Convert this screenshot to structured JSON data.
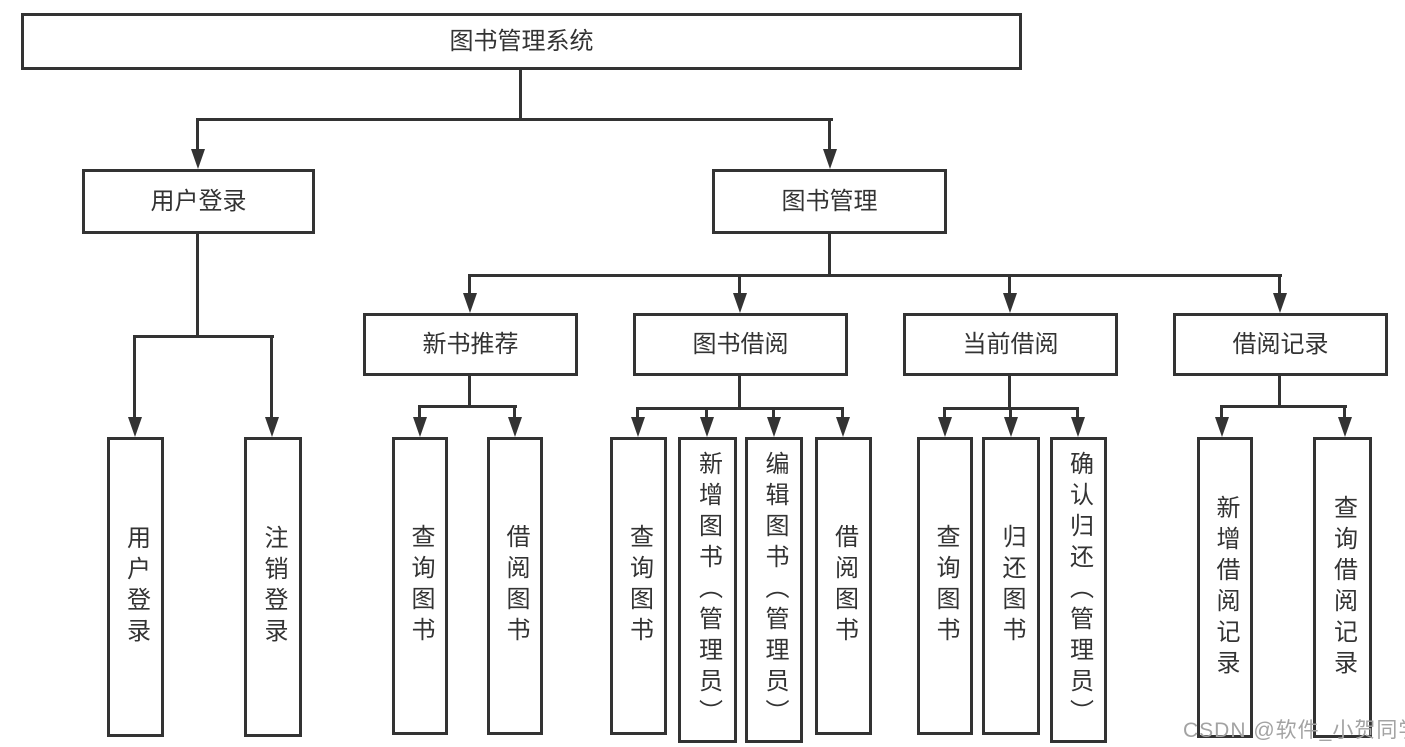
{
  "diagram_title": "图书管理系统",
  "colors": {
    "line": "#333333",
    "text": "#333333",
    "box_background": "#ffffff",
    "watermark": "#a3a3a3"
  },
  "nodes": {
    "root": {
      "label": "图书管理系统"
    },
    "user_login": {
      "label": "用户登录"
    },
    "book_mgmt": {
      "label": "图书管理"
    },
    "new_book": {
      "label": "新书推荐"
    },
    "book_borrow": {
      "label": "图书借阅"
    },
    "current_borrow": {
      "label": "当前借阅"
    },
    "borrow_record": {
      "label": "借阅记录"
    },
    "leaf_user_login": {
      "label": "用户登录"
    },
    "leaf_logout": {
      "label": "注销登录"
    },
    "nb_query": {
      "label": "查询图书"
    },
    "nb_borrow": {
      "label": "借阅图书"
    },
    "bb_query": {
      "label": "查询图书"
    },
    "bb_add": {
      "label": "新增图书（管理员）"
    },
    "bb_edit": {
      "label": "编辑图书（管理员）"
    },
    "bb_borrow": {
      "label": "借阅图书"
    },
    "cb_query": {
      "label": "查询图书"
    },
    "cb_return": {
      "label": "归还图书"
    },
    "cb_confirm": {
      "label": "确认归还（管理员）"
    },
    "br_add": {
      "label": "新增借阅记录"
    },
    "br_query": {
      "label": "查询借阅记录"
    }
  },
  "tree": {
    "root": "图书管理系统",
    "children": [
      {
        "label": "用户登录",
        "children": [
          "用户登录",
          "注销登录"
        ]
      },
      {
        "label": "图书管理",
        "children": [
          {
            "label": "新书推荐",
            "children": [
              "查询图书",
              "借阅图书"
            ]
          },
          {
            "label": "图书借阅",
            "children": [
              "查询图书",
              "新增图书（管理员）",
              "编辑图书（管理员）",
              "借阅图书"
            ]
          },
          {
            "label": "当前借阅",
            "children": [
              "查询图书",
              "归还图书",
              "确认归还（管理员）"
            ]
          },
          {
            "label": "借阅记录",
            "children": [
              "新增借阅记录",
              "查询借阅记录"
            ]
          }
        ]
      }
    ]
  },
  "watermark": {
    "text": "CSDN @软件_小贺同学"
  }
}
